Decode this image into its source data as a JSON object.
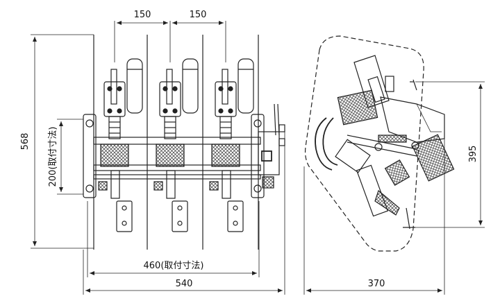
{
  "dimensions": {
    "phase_pitch_1": "150",
    "phase_pitch_2": "150",
    "overall_height": "568",
    "mount_height": "200(取付寸法)",
    "mount_width": "460(取付寸法)",
    "overall_width": "540",
    "side_depth": "370",
    "side_height": "395"
  }
}
